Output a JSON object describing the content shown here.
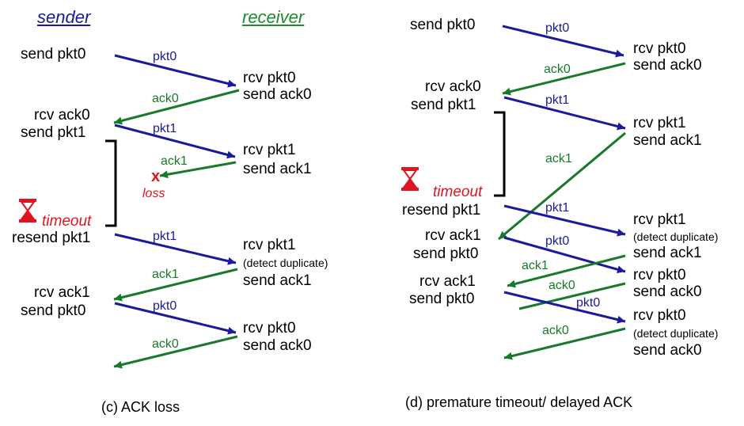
{
  "colors": {
    "data_arrow": "#1a1a9c",
    "ack_arrow": "#177a2a",
    "timeout": "#e0141e",
    "timer_icon": "#e0141e"
  },
  "icons": {
    "timer": "hourglass-icon",
    "loss": "x-mark-icon"
  },
  "panel_c": {
    "sender_header": "sender",
    "receiver_header": "receiver",
    "s_send_pkt0": "send pkt0",
    "s_rcv_ack0": "rcv ack0",
    "s_send_pkt1": "send pkt1",
    "s_timeout": "timeout",
    "s_resend_pkt1": "resend pkt1",
    "s_rcv_ack1": "rcv ack1",
    "s_send_pkt0_b": "send pkt0",
    "r_rcv_pkt0": "rcv pkt0",
    "r_send_ack0": "send ack0",
    "r_rcv_pkt1": "rcv pkt1",
    "r_send_ack1": "send ack1",
    "r_rcv_pkt1_b": "rcv pkt1",
    "r_detect_dup": "(detect duplicate)",
    "r_send_ack1_b": "send ack1",
    "r_rcv_pkt0_b": "rcv pkt0",
    "r_send_ack0_b": "send ack0",
    "m_pkt0": "pkt0",
    "m_ack0": "ack0",
    "m_pkt1": "pkt1",
    "m_ack1": "ack1",
    "loss_mark": "x",
    "loss_label": "loss",
    "m_pkt1_b": "pkt1",
    "m_ack1_b": "ack1",
    "m_pkt0_b": "pkt0",
    "m_ack0_b": "ack0",
    "caption": "(c) ACK loss"
  },
  "panel_d": {
    "s_send_pkt0": "send pkt0",
    "s_rcv_ack0": "rcv ack0",
    "s_send_pkt1": "send pkt1",
    "s_timeout": "timeout",
    "s_resend_pkt1": "resend pkt1",
    "s_rcv_ack1": "rcv ack1",
    "s_send_pkt0_b": "send pkt0",
    "s_rcv_ack1_b": "rcv ack1",
    "s_send_pkt0_c": "send pkt0",
    "r_rcv_pkt0": "rcv pkt0",
    "r_send_ack0": "send ack0",
    "r_rcv_pkt1": "rcv pkt1",
    "r_send_ack1": "send ack1",
    "r_rcv_pkt1_b": "rcv pkt1",
    "r_detect_dup": "(detect duplicate)",
    "r_send_ack1_b": "send ack1",
    "r_rcv_pkt0_b": "rcv pkt0",
    "r_send_ack0_b": "send ack0",
    "r_rcv_pkt0_c": "rcv pkt0",
    "r_detect_dup_b": "(detect duplicate)",
    "r_send_ack0_c": "send ack0",
    "m_pkt0": "pkt0",
    "m_ack0": "ack0",
    "m_pkt1": "pkt1",
    "m_ack1": "ack1",
    "m_pkt1_b": "pkt1",
    "m_pkt0_b": "pkt0",
    "m_ack1_b": "ack1",
    "m_ack0_b": "ack0",
    "m_pkt0_c": "pkt0",
    "m_ack0_c": "ack0",
    "caption": "(d) premature timeout/ delayed ACK"
  }
}
